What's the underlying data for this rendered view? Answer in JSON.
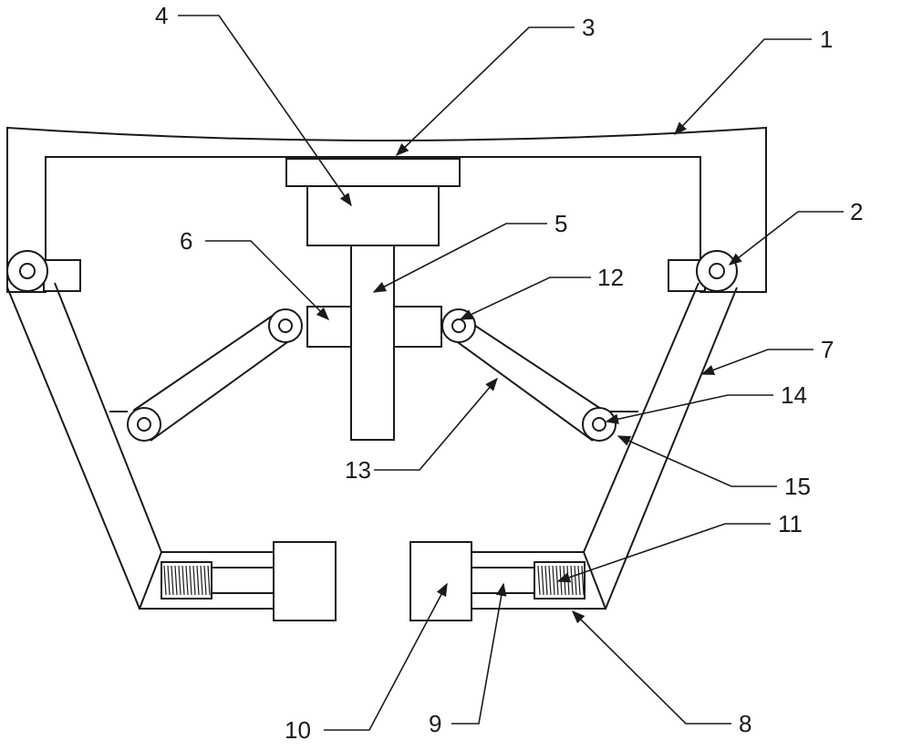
{
  "diagram": {
    "labels": {
      "l1": "1",
      "l2": "2",
      "l3": "3",
      "l4": "4",
      "l5": "5",
      "l6": "6",
      "l7": "7",
      "l8": "8",
      "l9": "9",
      "l10": "10",
      "l11": "11",
      "l12": "12",
      "l13": "13",
      "l14": "14",
      "l15": "15"
    }
  },
  "colors": {
    "line": "#1a1a1a",
    "background": "#ffffff"
  }
}
